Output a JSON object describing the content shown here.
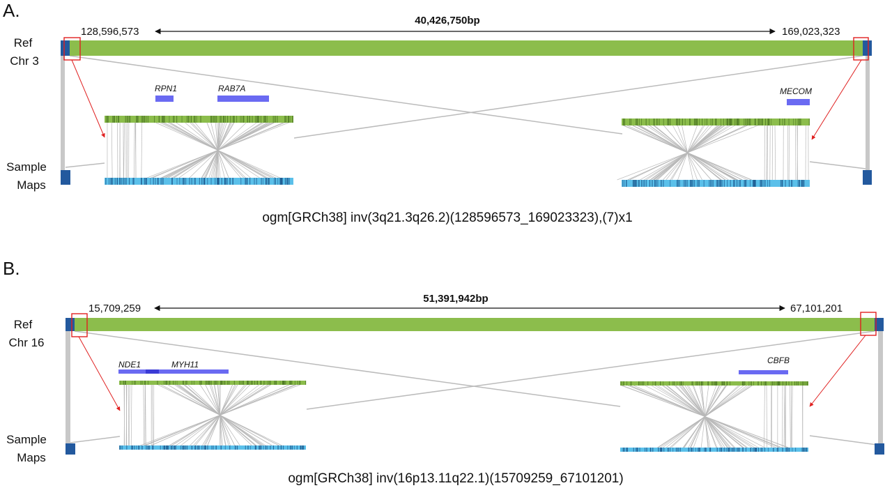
{
  "panels": [
    {
      "id": "a",
      "label": "A.",
      "ref_label_1": "Ref",
      "ref_label_2": "Chr 3",
      "sample_label_1": "Sample",
      "sample_label_2": "Maps",
      "start_coord": "128,596,573",
      "end_coord": "169,023,323",
      "length": "40,426,750bp",
      "genes_left": [
        "RPN1",
        "RAB7A"
      ],
      "genes_right": [
        "MECOM"
      ],
      "iscn": "ogm[GRCh38] inv(3q21.3q26.2)(128596573_169023323),(7)x1"
    },
    {
      "id": "b",
      "label": "B.",
      "ref_label_1": "Ref",
      "ref_label_2": "Chr 16",
      "sample_label_1": "Sample",
      "sample_label_2": "Maps",
      "start_coord": "15,709,259",
      "end_coord": "67,101,201",
      "length": "51,391,942bp",
      "genes_left": [
        "NDE1",
        "MYH11"
      ],
      "genes_right": [
        "CBFB"
      ],
      "iscn": "ogm[GRCh38] inv(16p13.11q22.1)(15709259_67101201)"
    }
  ],
  "colors": {
    "ref_map": "#8cbd4c",
    "ref_label_dark": "#4f7a25",
    "sample_map": "#5bc0ea",
    "sample_label_dark": "#1f5c91",
    "end_block": "#23599e",
    "gene_bar": "#6a6af2",
    "gene_bar_dark": "#3b3bd6",
    "highlight_box": "#e02020",
    "arrow": "#e02020",
    "alignment_line": "#b8b8b8",
    "side_bar": "#c8c8c8"
  }
}
